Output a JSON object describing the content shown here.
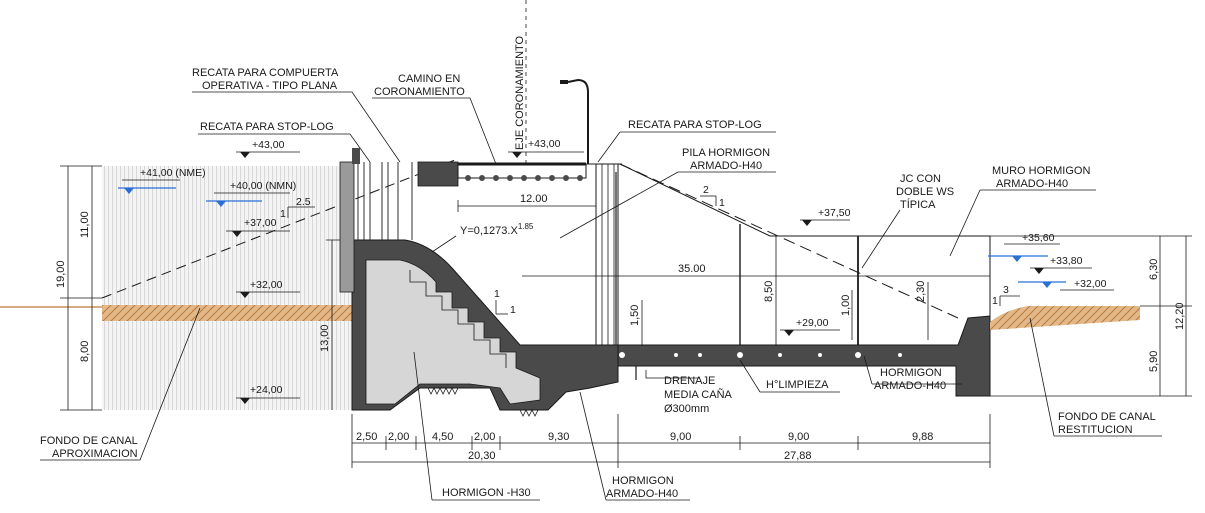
{
  "labels": {
    "compuerta_1": "RECATA PARA COMPUERTA",
    "compuerta_2": "OPERATIVA - TIPO PLANA",
    "camino_1": "CAMINO EN",
    "camino_2": "CORONAMIENTO",
    "eje": "EJE CORONAMIENTO",
    "stoplog_up": "RECATA PARA STOP-LOG",
    "stoplog_down": "RECATA PARA STOP-LOG",
    "pila_1": "PILA HORMIGON",
    "pila_2": "ARMADO-H40",
    "jc_1": "JC CON",
    "jc_2": "DOBLE WS",
    "jc_3": "TÍPICA",
    "muro_1": "MURO HORMIGON",
    "muro_2": "ARMADO-H40",
    "equation": "Y=0,1273.X",
    "equation_exp": "1.85",
    "drenaje_1": "DRENAJE",
    "drenaje_2": "MEDIA CAÑA",
    "drenaje_3": "Ø300mm",
    "limpieza": "H°LIMPIEZA",
    "horm_arm_1": "HORMIGON",
    "horm_arm_2": "ARMADO-H40",
    "fondo_aprox_1": "FONDO DE CANAL",
    "fondo_aprox_2": "APROXIMACION",
    "fondo_rest_1": "FONDO DE CANAL",
    "fondo_rest_2": "RESTITUCION",
    "horm_h30": "HORMIGON -H30",
    "horm_bottom_1": "HORMIGON",
    "horm_bottom_2": "ARMADO-H40"
  },
  "elevations": {
    "e43_left": "+43,00",
    "e43_top": "+43,00",
    "nme": "+41,00 (NME)",
    "nmn": "+40,00 (NMN)",
    "e37": "+37,00",
    "e32_left": "+32,00",
    "e24": "+24,00",
    "e37_5": "+37,50",
    "e29": "+29,00",
    "e35_6": "+35,60",
    "e33_8": "+33,80",
    "e32_right": "+32,00"
  },
  "slopes": {
    "s_upstream_run": "2.5",
    "s_upstream_rise": "1",
    "s_steps_rise": "1",
    "s_steps_run": "1",
    "s_down_run": "2",
    "s_down_rise": "1",
    "s_right_run": "3",
    "s_right_rise": "1"
  },
  "dimensions": {
    "d12": "12.00",
    "d35": "35.00",
    "d1_5": "1,50",
    "d8_5": "8,50",
    "d1": "1,00",
    "d2_3": "2,30",
    "d11": "11,00",
    "d19": "19,00",
    "d8": "8,00",
    "d13": "13,00",
    "d6_3": "6,30",
    "d12_2": "12,20",
    "d5_9": "5,90",
    "b2_5": "2,50",
    "b2_0a": "2,00",
    "b4_5": "4,50",
    "b2_0b": "2,00",
    "b9_3": "9,30",
    "b9_0a": "9,00",
    "b9_0b": "9,00",
    "b9_88": "9,88",
    "t20_3": "20,30",
    "t27_88": "27,88"
  },
  "colors": {
    "line": "#1a1a1a",
    "concrete_dark": "#4a4a4a",
    "concrete_light": "#d6d6d6",
    "soil": "#d2a06b",
    "soil_line": "#b97a3c",
    "water": "#2a6fd6"
  }
}
